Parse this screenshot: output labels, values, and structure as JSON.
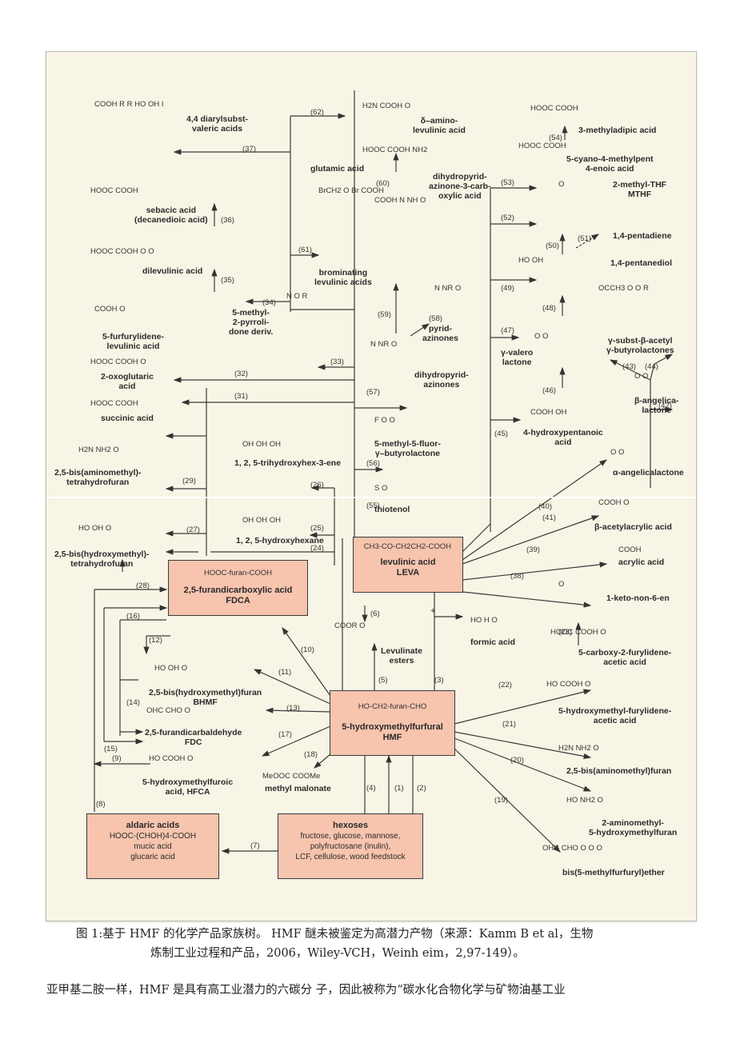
{
  "figure": {
    "hubs": {
      "hmf": {
        "structure": "HO-CH2-furan-CHO",
        "name": "5-hydroxymethylfurfural",
        "abbr": "HMF"
      },
      "leva": {
        "structure": "CH3-CO-CH2CH2-COOH",
        "name": "levulinic acid",
        "abbr": "LEVA"
      },
      "fdca": {
        "structure": "HOOC-furan-COOH",
        "name": "2,5-furandicarboxylic acid",
        "abbr": "FDCA"
      },
      "hexoses": {
        "title": "hexoses",
        "lines": [
          "fructose, glucose, mannose,",
          "polyfructosane (inulin),",
          "LCF, cellulose, wood feedstock"
        ]
      },
      "aldaric": {
        "title": "aldaric acids",
        "formula": "HOOC-(CHOH)4-COOH",
        "lines": [
          "mucic acid",
          "glucaric acid"
        ]
      }
    },
    "products": [
      {
        "id": "diaryl",
        "name": "4,4 diarylsubst-\nvaleric acids",
        "groups": [
          "COOH",
          "R",
          "R",
          "HO",
          "OH",
          "I"
        ]
      },
      {
        "id": "sebacic",
        "name": "sebacic acid\n(decanedioic acid)",
        "groups": [
          "HOOC",
          "COOH"
        ]
      },
      {
        "id": "dilevulinic",
        "name": "dilevulinic acid",
        "groups": [
          "HOOC",
          "COOH",
          "O",
          "O"
        ]
      },
      {
        "id": "furfurylidene",
        "name": "5-furfurylidene-\nlevulinic acid",
        "groups": [
          "COOH",
          "O"
        ]
      },
      {
        "id": "oxoglutaric",
        "name": "2-oxoglutaric\nacid",
        "groups": [
          "HOOC",
          "COOH",
          "O"
        ]
      },
      {
        "id": "succinic",
        "name": "succinic acid",
        "groups": [
          "HOOC",
          "COOH"
        ]
      },
      {
        "id": "bisaminomethyl-thf",
        "name": "2,5-bis(aminomethyl)-\ntetrahydrofuran",
        "groups": [
          "H2N",
          "NH2",
          "O"
        ]
      },
      {
        "id": "bishydroxymethyl-thf",
        "name": "2,5-bis(hydroxymethyl)-\ntetrahydrofuran",
        "groups": [
          "HO",
          "OH",
          "O"
        ]
      },
      {
        "id": "aminolevulinic",
        "name": "δ–amino-\nlevulinic acid",
        "groups": [
          "H2N",
          "COOH",
          "O"
        ]
      },
      {
        "id": "glutamic",
        "name": "glutamic acid",
        "groups": [
          "HOOC",
          "COOH",
          "NH2"
        ]
      },
      {
        "id": "bromolev",
        "name": "brominating\nlevulinic acids",
        "groups": [
          "BrCH2",
          "O",
          "Br",
          "COOH"
        ]
      },
      {
        "id": "dhp-carboxylic",
        "name": "dihydropyrid-\nazinone-3-carb-\noxylic acid",
        "groups": [
          "COOH",
          "N",
          "NH",
          "O"
        ]
      },
      {
        "id": "pyridazinones",
        "name": "pyrid-\nazinones",
        "groups": [
          "N",
          "NR",
          "O"
        ]
      },
      {
        "id": "dihydropyridazinones",
        "name": "dihydropyrid-\nazinones",
        "groups": [
          "N",
          "NR",
          "O"
        ]
      },
      {
        "id": "pyrrolidone",
        "name": "5-methyl-\n2-pyrroli-\ndone deriv.",
        "groups": [
          "N",
          "O",
          "R"
        ]
      },
      {
        "id": "fluorbutyrolactone",
        "name": "5-methyl-5-fluor-\nγ–butyrolactone",
        "groups": [
          "F",
          "O",
          "O"
        ]
      },
      {
        "id": "thiotenol",
        "name": "thiotenol",
        "groups": [
          "S",
          "O"
        ]
      },
      {
        "id": "trihydroxyhexene",
        "name": "1, 2, 5-trihydroxyhex-3-ene",
        "groups": [
          "OH",
          "OH",
          "OH"
        ]
      },
      {
        "id": "hydroxyhexane",
        "name": "1, 2, 5-hydroxyhexane",
        "groups": [
          "OH",
          "OH",
          "OH"
        ]
      },
      {
        "id": "methyladipic",
        "name": "3-methyladipic acid",
        "groups": [
          "HOOC",
          "COOH"
        ]
      },
      {
        "id": "cyanomethylpent",
        "name": "5-cyano-4-methylpent\n4-enoic acid",
        "groups": [
          "HOOC",
          "COOH"
        ]
      },
      {
        "id": "mthf",
        "name": "2-methyl-THF\nMTHF",
        "groups": [
          "O"
        ]
      },
      {
        "id": "pentadiene",
        "name": "1,4-pentadiene",
        "groups": []
      },
      {
        "id": "pentanediol",
        "name": "1,4-pentanediol",
        "groups": [
          "HO",
          "OH"
        ]
      },
      {
        "id": "acetylbutyrolactones",
        "name": "γ-subst-β-acetyl\nγ-butyrolactones",
        "groups": [
          "OCCH3",
          "O",
          "O",
          "R"
        ]
      },
      {
        "id": "gvl",
        "name": "γ-valero\nlactone",
        "groups": [
          "O",
          "O"
        ]
      },
      {
        "id": "hydroxypentanoic",
        "name": "4-hydroxypentanoic\nacid",
        "groups": [
          "COOH",
          "OH"
        ]
      },
      {
        "id": "beta-angelica",
        "name": "β-angelica-\nlactone",
        "groups": [
          "O",
          "O"
        ]
      },
      {
        "id": "alpha-angelica",
        "name": "α-angelicalactone",
        "groups": [
          "O",
          "O"
        ]
      },
      {
        "id": "acetylacrylic",
        "name": "β-acetylacrylic acid",
        "groups": [
          "COOH",
          "O"
        ]
      },
      {
        "id": "acrylic",
        "name": "acrylic acid",
        "groups": [
          "COOH"
        ]
      },
      {
        "id": "ketononene",
        "name": "1-keto-non-6-en",
        "groups": [
          "O"
        ]
      },
      {
        "id": "formic",
        "name": "formic acid",
        "groups": [
          "HO",
          "H",
          "O"
        ]
      },
      {
        "id": "levulinate",
        "name": "Levulinate\nesters",
        "groups": [
          "COOR",
          "O"
        ]
      },
      {
        "id": "carboxyfurylidene",
        "name": "5-carboxy-2-furylidene-\nacetic acid",
        "groups": [
          "HOOC",
          "COOH",
          "O"
        ]
      },
      {
        "id": "hmfurylidene",
        "name": "5-hydroxymethyl-furylidene-\nacetic acid",
        "groups": [
          "HO",
          "COOH",
          "O"
        ]
      },
      {
        "id": "bisaminomethylfuran",
        "name": "2,5-bis(aminomethyl)furan",
        "groups": [
          "H2N",
          "NH2",
          "O"
        ]
      },
      {
        "id": "aminomethylhmf",
        "name": "2-aminomethyl-\n5-hydroxymethylfuran",
        "groups": [
          "HO",
          "NH2",
          "O"
        ]
      },
      {
        "id": "bisether",
        "name": "bis(5-methylfurfuryl)ether",
        "groups": [
          "OHC",
          "CHO",
          "O",
          "O",
          "O"
        ]
      },
      {
        "id": "bhmf",
        "name": "2,5-bis(hydroxymethyl)furan\nBHMF",
        "groups": [
          "HO",
          "OH",
          "O"
        ]
      },
      {
        "id": "fdc",
        "name": "2,5-furandicarbaldehyde\nFDC",
        "groups": [
          "OHC",
          "CHO",
          "O"
        ]
      },
      {
        "id": "hfca",
        "name": "5-hydroxymethylfuroic\nacid, HFCA",
        "groups": [
          "HO",
          "COOH",
          "O"
        ]
      },
      {
        "id": "malonate",
        "name": "methyl malonate",
        "groups": [
          "MeOOC",
          "COOMe"
        ]
      }
    ],
    "reactions": [
      "(1)",
      "(2)",
      "(3)",
      "(4)",
      "(5)",
      "(6)",
      "(7)",
      "(8)",
      "(9)",
      "(10)",
      "(11)",
      "(12)",
      "(13)",
      "(14)",
      "(15)",
      "(16)",
      "(17)",
      "(18)",
      "(19)",
      "(20)",
      "(21)",
      "(22)",
      "(23)",
      "(24)",
      "(25)",
      "(26)",
      "(27)",
      "(28)",
      "(29)",
      "(31)",
      "(32)",
      "(33)",
      "(34)",
      "(35)",
      "(36)",
      "(37)",
      "(38)",
      "(39)",
      "(40)",
      "(41)",
      "(42)",
      "(43)",
      "(44)",
      "(45)",
      "(46)",
      "(47)",
      "(48)",
      "(49)",
      "(50)",
      "(51)",
      "(52)",
      "(53)",
      "(54)",
      "(55)",
      "(56)",
      "(57)",
      "(58)",
      "(59)",
      "(60)",
      "(61)",
      "(62)"
    ],
    "plus_sign": "+",
    "colors": {
      "box_fill": "#f7c4ae",
      "figure_bg": "#f8f5e6",
      "line": "#3a3a3a"
    }
  },
  "caption": {
    "line1": "图 1:基于 HMF 的化学产品家族树。 HMF 醚未被鉴定为高潜力产物（来源：Kamm B et al，生物",
    "line2": "炼制工业过程和产品，2006，Wiley-VCH，Weinh eim，2,97-149）。"
  },
  "body": {
    "text": "亚甲基二胺一样，HMF 是具有高工业潜力的六碳分 子，因此被称为“碳水化合物化学与矿物油基工业"
  }
}
